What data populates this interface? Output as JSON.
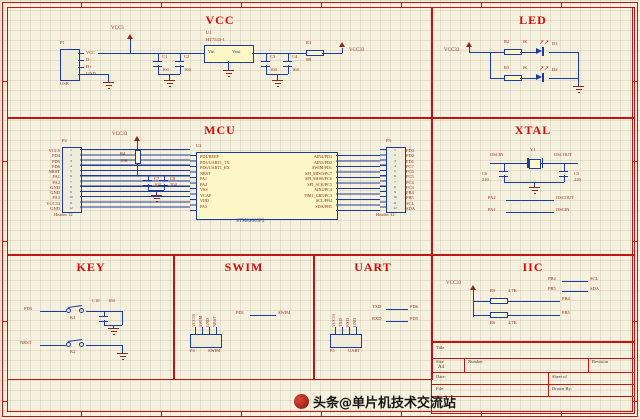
{
  "sheet": {
    "watermark_text": "头条@单片机技术交流站"
  },
  "symbols": {
    "led_arrows": "↗↗"
  },
  "header_pin_numbers": [
    "1",
    "2",
    "3",
    "4",
    "5",
    "6",
    "7",
    "8",
    "9",
    "10",
    "11",
    "12"
  ],
  "sections": {
    "vcc": {
      "title": "VCC",
      "net_in": "VCC5",
      "net_out": "VCC33",
      "p1": {
        "ref": "P1",
        "name": "USB",
        "pins": [
          "VCC",
          "D-",
          "D+",
          "GND"
        ]
      },
      "u1": {
        "ref": "U1",
        "part": "HT7533-1",
        "pin_in": "Vin",
        "pin_out": "Vout"
      },
      "c1": {
        "ref": "C1",
        "value": "104"
      },
      "c2": {
        "ref": "C2",
        "value": "104"
      },
      "c3": {
        "ref": "C3",
        "value": "104"
      },
      "c4": {
        "ref": "C4",
        "value": "104"
      },
      "r1": {
        "ref": "R1",
        "value": "0R"
      }
    },
    "led": {
      "title": "LED",
      "net": "VCC33",
      "rows": [
        {
          "res": "R2",
          "value": "1K",
          "led": "D1"
        },
        {
          "res": "R3",
          "value": "1K",
          "led": "D2"
        }
      ]
    },
    "mcu": {
      "title": "MCU",
      "vcc_net": "VCC33",
      "p2": {
        "ref": "P2",
        "name": "Header 12",
        "nets": [
          "VCC5",
          "PD4",
          "PD5",
          "PD6",
          "NRST",
          "PA1",
          "PA2",
          "GND",
          "GND",
          "PA3",
          "VCC33",
          "GND"
        ]
      },
      "p3": {
        "ref": "P3",
        "name": "Header 12",
        "nets": [
          "PD3",
          "PD2",
          "PD1",
          "PC7",
          "PC6",
          "PC5",
          "PC4",
          "PC3",
          "PB4",
          "PB5",
          "SCL",
          "SDA"
        ]
      },
      "u2": {
        "ref": "U2",
        "part": "STM8S003F3",
        "left_pins": [
          "PD4/BEEP",
          "PD5/UART1_TX",
          "PD6/UART1_RX",
          "NRST",
          "PA1",
          "PA2",
          "VSS",
          "VCAP",
          "VDD",
          "PA3"
        ],
        "right_pins": [
          "AIN4/PD3",
          "AIN3/PD2",
          "SWIM/PD1",
          "SPI_MISO/PC7",
          "SPI_MOSI/PC6",
          "SPI_SCK/PC5",
          "AIN2/PC4",
          "TIM1_CH3/PC3",
          "SCL/PB4",
          "SDA/PB5"
        ]
      },
      "r4": {
        "ref": "R4",
        "value": "10K"
      },
      "c7": {
        "ref": "C7",
        "value": "104"
      },
      "c8": {
        "ref": "C8",
        "value": "104"
      }
    },
    "xtal": {
      "title": "XTAL",
      "y1": {
        "ref": "Y1"
      },
      "net_left": "OSCIN",
      "net_right": "OSCOUT",
      "c6": {
        "ref": "C6",
        "value": "220"
      },
      "c5": {
        "ref": "C5",
        "value": "220"
      },
      "pairs": [
        {
          "left": "PA2",
          "right": "OSCOUT"
        },
        {
          "left": "PA1",
          "right": "OSCIN"
        }
      ]
    },
    "key": {
      "title": "KEY",
      "row1": {
        "net": "PD3",
        "key": "K1",
        "cap": "C10",
        "cap_value": "104"
      },
      "row2": {
        "net": "NRST",
        "key": "K2"
      }
    },
    "swim": {
      "title": "SWIM",
      "p4": {
        "ref": "P4",
        "name": "SWIM",
        "pins": [
          "VCC33",
          "SWIM",
          "GND",
          "NRST"
        ]
      },
      "pair": {
        "left": "PD1",
        "right": "SWIM"
      }
    },
    "uart": {
      "title": "UART",
      "p5": {
        "ref": "P5",
        "name": "UART",
        "pins": [
          "VCC33",
          "TXD",
          "RXD",
          "GND"
        ]
      },
      "pairs": [
        {
          "left": "TXD",
          "right": "PD6"
        },
        {
          "left": "RXD",
          "right": "PD5"
        }
      ]
    },
    "iic": {
      "title": "IIC",
      "net": "VCC33",
      "pullups": [
        {
          "ref": "R5",
          "value": "4.7K",
          "net": "PB4"
        },
        {
          "ref": "R6",
          "value": "4.7K",
          "net": "PB5"
        }
      ],
      "pairs": [
        {
          "left": "PB4",
          "right": "SCL"
        },
        {
          "left": "PB5",
          "right": "SDA"
        }
      ]
    }
  },
  "title_block": {
    "title_label": "Title",
    "size_label": "Size",
    "size_value": "A4",
    "number_label": "Number",
    "revision_label": "Revision",
    "date_label": "Date:",
    "file_label": "File:",
    "sheet_label": "Sheet of",
    "drawn_label": "Drawn By:"
  }
}
